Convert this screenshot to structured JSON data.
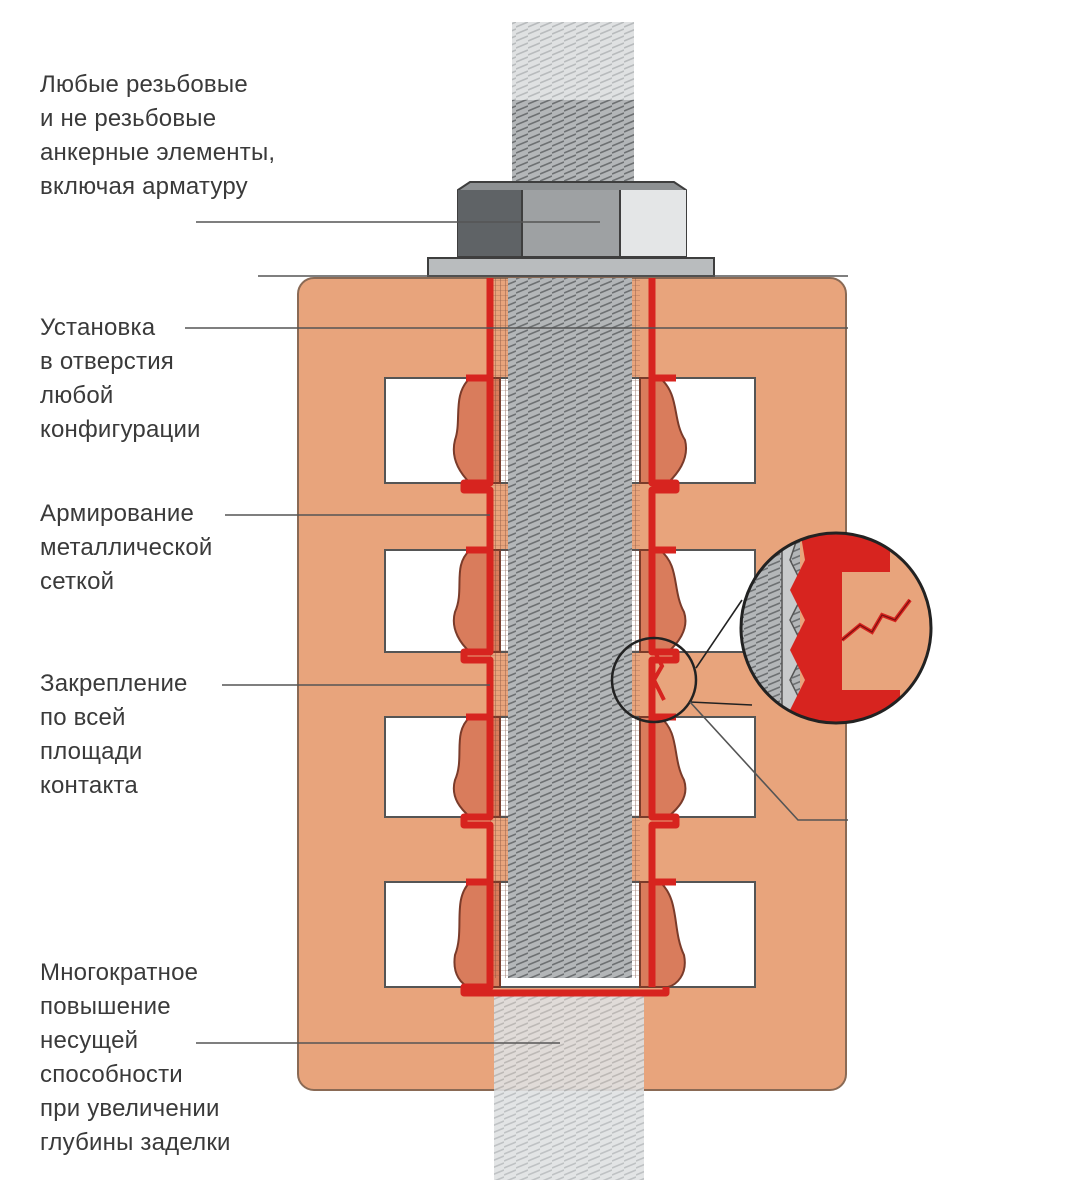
{
  "labels": {
    "anchor_elements": "Любые резьбовые\nи не резьбовые\nанкерные элементы,\nвключая арматуру",
    "installation": "Установка\nв отверстия\nлюбой\nконфигурации",
    "reinforcement": "Армирование\nметаллической\nсеткой",
    "fixing": "Закрепление\nпо всей\nплощади\nконтакта",
    "capacity": "Многократное\nповышение\nнесущей\nспособности\nпри увеличении\nглубины заделки"
  },
  "colors": {
    "brick": "#e6a27a",
    "brick_edge": "#8a6a55",
    "mortar": "#d9785a",
    "resin": "#d7241f",
    "steel": "#a9acae",
    "steel_dark": "#6d7072",
    "text": "#3a3a3a",
    "leader": "#555555"
  },
  "icons": {
    "magnifier": "zoom-detail-circle"
  }
}
